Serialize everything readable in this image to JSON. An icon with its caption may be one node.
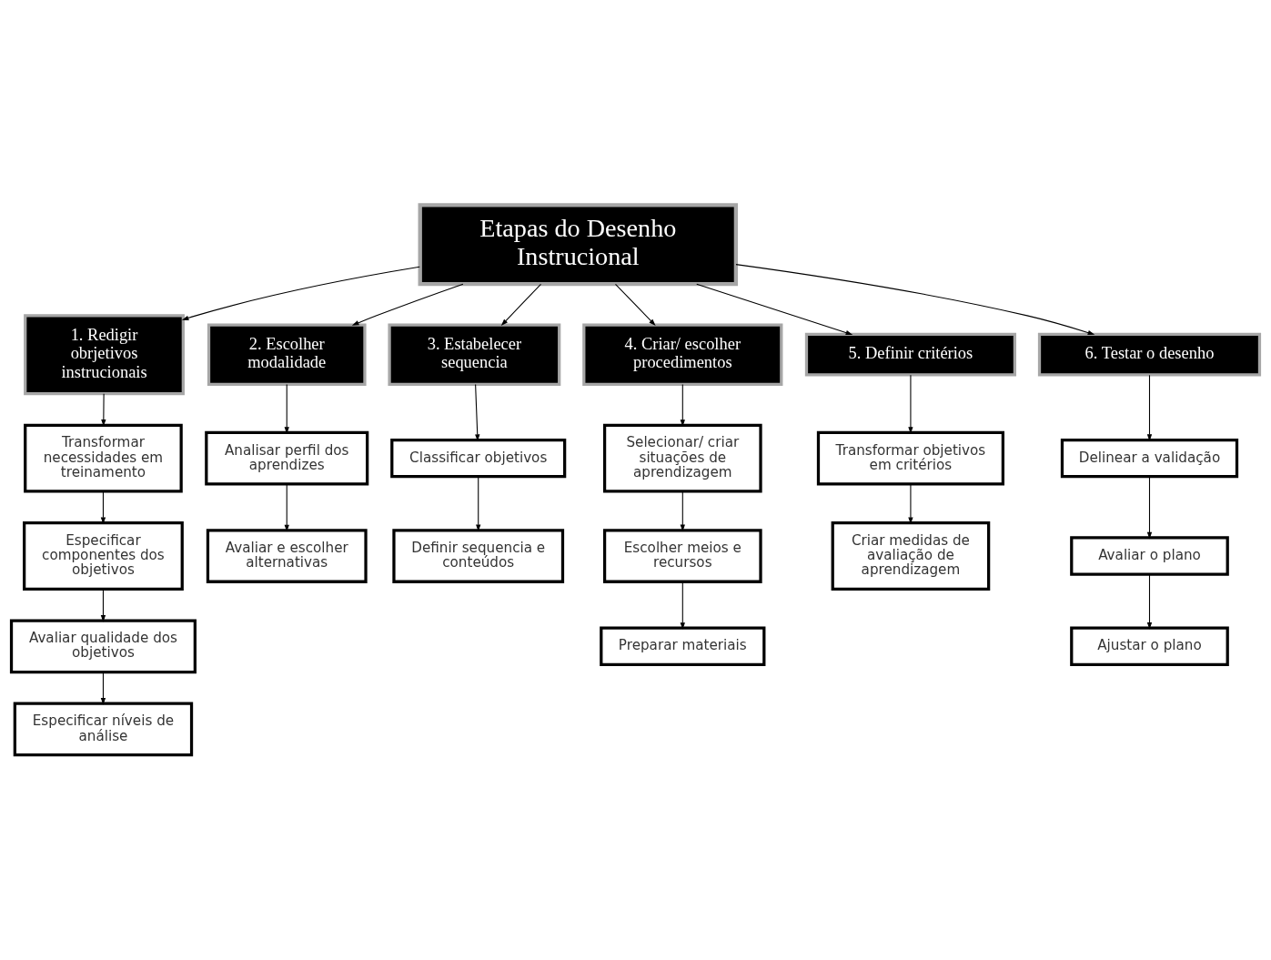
{
  "diagram": {
    "nodes": [
      {
        "text": [
          "Etapas do Desenho Instrucional"
        ]
      },
      {
        "text": [
          "1. Redigir obrjetivos instrucionais"
        ]
      },
      {
        "text": [
          "2. Escolher modalidade"
        ]
      },
      {
        "text": [
          "3. Estabelecer sequencia"
        ]
      },
      {
        "text": [
          "4. Criar/ escolher procedimentos"
        ]
      },
      {
        "text": [
          "5. Definir critérios"
        ]
      },
      {
        "text": [
          "6. Testar o desenho"
        ]
      },
      {
        "text": [
          "Transformar necessidades em treinamento"
        ]
      },
      {
        "text": [
          "Especificar componentes dos objetivos"
        ]
      },
      {
        "text": [
          "Avaliar qualidade dos objetivos"
        ]
      },
      {
        "text": [
          "Especificar níveis de análise"
        ]
      },
      {
        "text": [
          "Analisar perfil dos aprendizes"
        ]
      },
      {
        "text": [
          "Avaliar e escolher alternativas"
        ]
      },
      {
        "text": [
          "Classificar objetivos"
        ]
      },
      {
        "text": [
          "Definir sequencia e conteúdos"
        ]
      },
      {
        "text": [
          "Selecionar/ criar situações de aprendizagem"
        ]
      },
      {
        "text": [
          "Escolher meios e recursos"
        ]
      },
      {
        "text": [
          "Preparar materiais"
        ]
      },
      {
        "text": [
          "Transformar objetivos em critérios"
        ]
      },
      {
        "text": [
          "Criar medidas de avaliação de aprendizagem"
        ]
      },
      {
        "text": [
          "Delinear a validação"
        ]
      },
      {
        "text": [
          "Avaliar o plano"
        ]
      },
      {
        "text": [
          "Ajustar o plano"
        ]
      }
    ],
    "edges": [
      {
        "from": 0,
        "to": 1,
        "arrow": "to"
      },
      {
        "from": 0,
        "to": 2,
        "arrow": "to"
      },
      {
        "from": 0,
        "to": 3,
        "arrow": "to"
      },
      {
        "from": 0,
        "to": 4,
        "arrow": "to"
      },
      {
        "from": 0,
        "to": 5,
        "arrow": "to"
      },
      {
        "from": 0,
        "to": 6,
        "arrow": "to"
      },
      {
        "from": 1,
        "to": 7,
        "arrow": "to"
      },
      {
        "from": 7,
        "to": 8,
        "arrow": "to"
      },
      {
        "from": 8,
        "to": 9,
        "arrow": "to"
      },
      {
        "from": 9,
        "to": 10,
        "arrow": "to"
      },
      {
        "from": 2,
        "to": 11,
        "arrow": "to"
      },
      {
        "from": 11,
        "to": 12,
        "arrow": "to"
      },
      {
        "from": 3,
        "to": 13,
        "arrow": "to"
      },
      {
        "from": 13,
        "to": 14,
        "arrow": "to"
      },
      {
        "from": 4,
        "to": 15,
        "arrow": "to"
      },
      {
        "from": 15,
        "to": 16,
        "arrow": "to"
      },
      {
        "from": 16,
        "to": 17,
        "arrow": "to"
      },
      {
        "from": 5,
        "to": 18,
        "arrow": "to"
      },
      {
        "from": 18,
        "to": 19,
        "arrow": "to"
      },
      {
        "from": 6,
        "to": 20,
        "arrow": "to"
      },
      {
        "from": 20,
        "to": 21,
        "arrow": "to"
      },
      {
        "from": 21,
        "to": 22,
        "arrow": "to"
      }
    ]
  }
}
